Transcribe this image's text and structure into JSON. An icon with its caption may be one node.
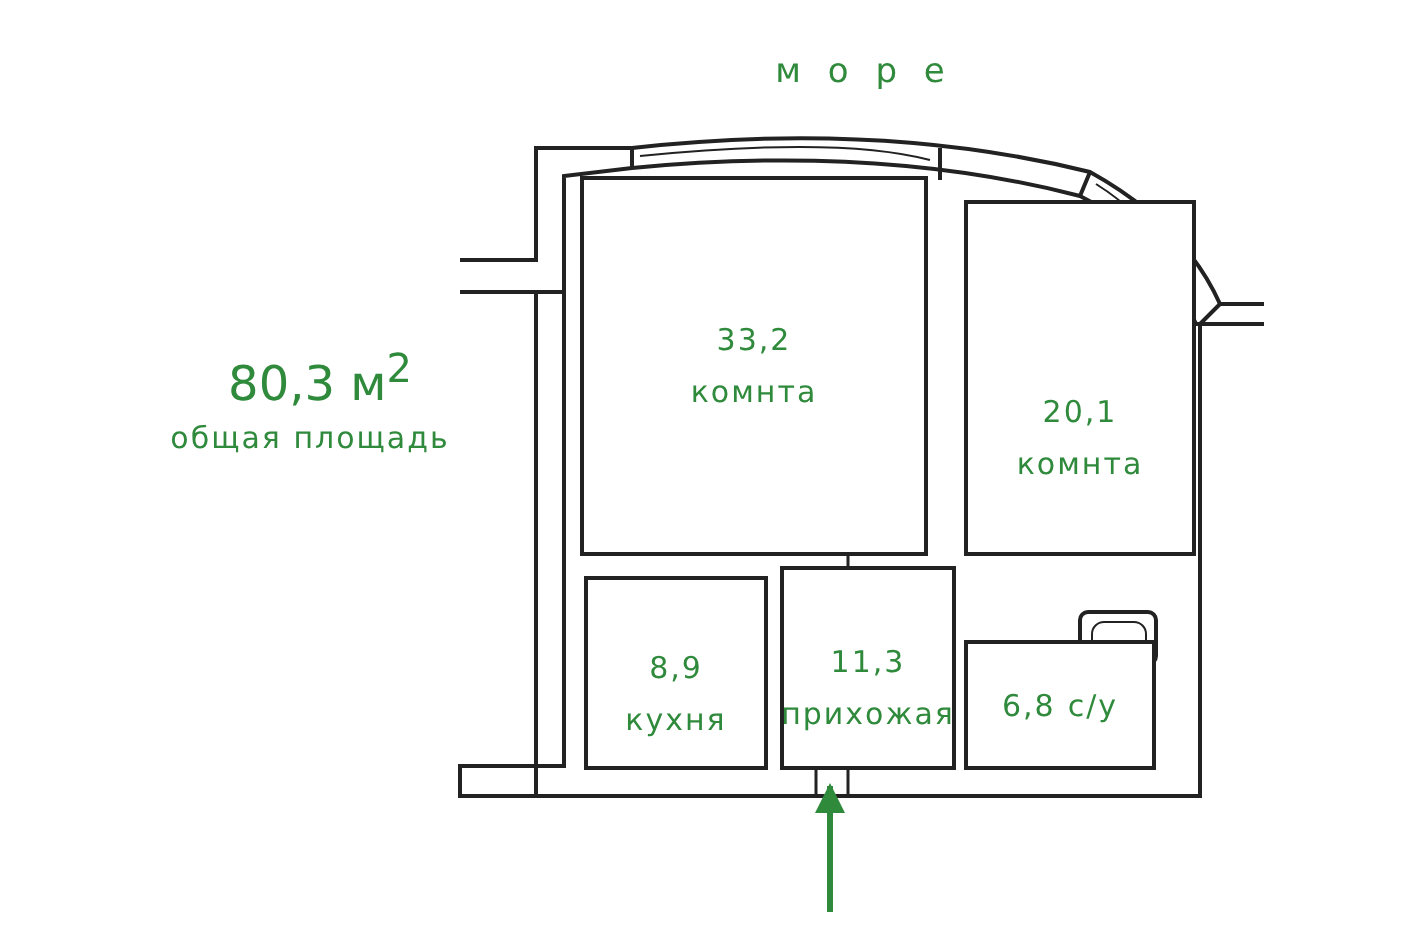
{
  "diagram": {
    "nodes": [
      {
        "text": [
          "33,2",
          "комнта"
        ]
      },
      {
        "text": [
          "20,1",
          "комнта"
        ]
      },
      {
        "text": [
          "8,9",
          "кухня"
        ]
      },
      {
        "text": [
          "11,3",
          "прихожая"
        ]
      },
      {
        "text": [
          "6,8",
          "с/у"
        ]
      }
    ],
    "edges": [
      {
        "from": null,
        "to": 3,
        "arrow": "to"
      }
    ],
    "labels": [
      "м о р е",
      "80,3 м$^{2}$",
      "общая площадь"
    ]
  }
}
